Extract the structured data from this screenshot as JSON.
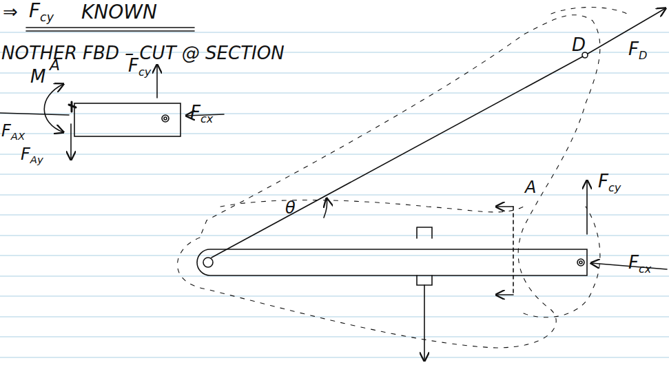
{
  "diagram": {
    "labels": [
      "⇒",
      "Fcy",
      "KNOWN",
      "NOTHER FBD – CUT @ SECTION",
      "M",
      "A",
      "Fcy",
      "Fcx",
      "FAX",
      "FAy",
      "D",
      "FD",
      "θ",
      "A",
      "Fcy",
      "Fcx"
    ]
  }
}
